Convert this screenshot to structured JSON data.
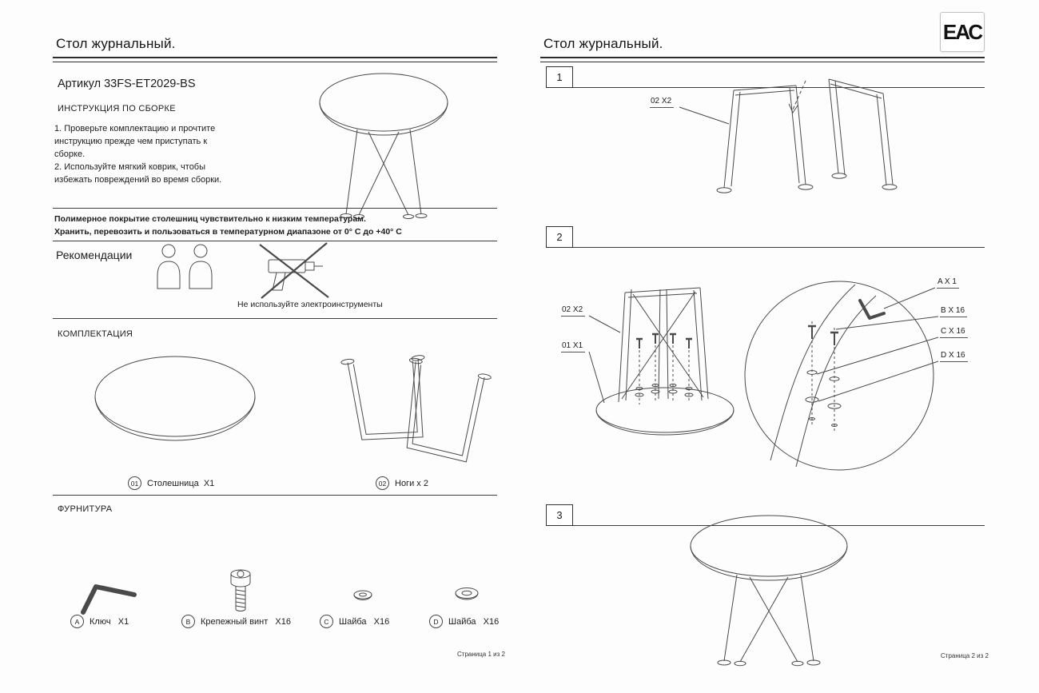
{
  "eac": "ЕАС",
  "page1": {
    "title": "Стол журнальный.",
    "article": "Артикул  33FS-ET2029-BS",
    "subtitle": "ИНСТРУКЦИЯ ПО СБОРКЕ",
    "instructions": "1. Проверьте комплектацию и прочтите\nинструкцию прежде чем приступать к\nсборке.\n2. Используйте мягкий коврик, чтобы\nизбежать повреждений во время сборки.",
    "warning": "Полимерное покрытие столешниц чувствительно к низким температурам.\nХранить, перевозить и пользоваться в температурном диапазоне от 0° С до +40° С",
    "recommendations": {
      "label": "Рекомендации",
      "note": "Не используйте электроинструменты"
    },
    "parts": {
      "header": "КОМПЛЕКТАЦИЯ",
      "items": [
        {
          "badge": "01",
          "label": "Столешница  X1"
        },
        {
          "badge": "02",
          "label": "Ноги х 2"
        }
      ]
    },
    "hardware": {
      "header": "ФУРНИТУРА",
      "items": [
        {
          "badge": "A",
          "label": "Ключ   X1"
        },
        {
          "badge": "B",
          "label": "Крепежный винт   X16"
        },
        {
          "badge": "C",
          "label": "Шайба   X16"
        },
        {
          "badge": "D",
          "label": "Шайба   X16"
        }
      ]
    },
    "footer": "Страница 1 из 2"
  },
  "page2": {
    "title": "Стол журнальный.",
    "steps": [
      {
        "number": "1",
        "labels": [
          "02 X2"
        ]
      },
      {
        "number": "2",
        "labels": [
          "02 X2",
          "01 X1"
        ],
        "callouts": [
          "A X 1",
          "B X 16",
          "C X 16",
          "D X 16"
        ]
      },
      {
        "number": "3"
      }
    ],
    "footer": "Страница 2 из 2"
  }
}
